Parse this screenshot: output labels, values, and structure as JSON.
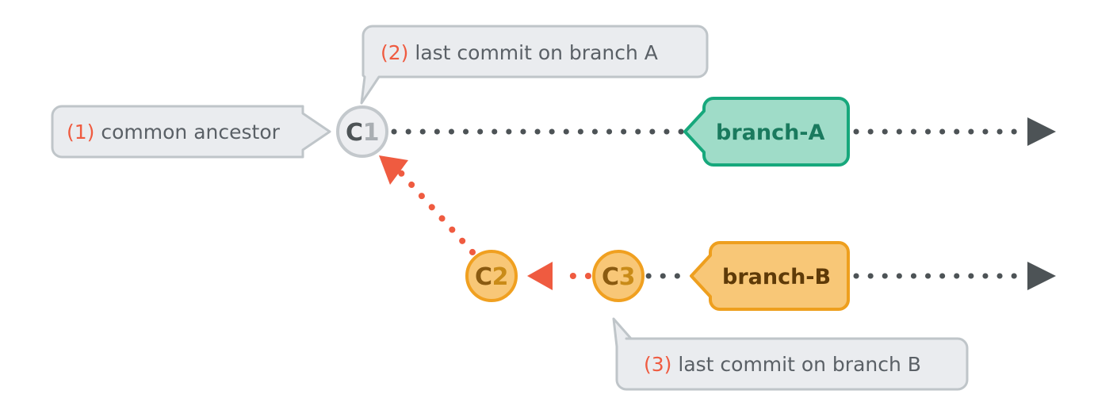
{
  "diagram": {
    "title": "git branch common ancestor diagram",
    "background_color": "#ffffff",
    "colors": {
      "callout_fill": "#EAECEF",
      "callout_border": "#BFC5C9",
      "callout_text": "#5A6066",
      "accent_red": "#EF5B40",
      "commit_gray_fill": "#EDEEF1",
      "commit_gray_border": "#C3C8CC",
      "commit_orange_fill": "#F8C777",
      "commit_orange_border": "#F0A020",
      "branch_a_fill": "#9FDCC8",
      "branch_a_border": "#17A87C",
      "branch_a_text": "#1A7A5E",
      "branch_b_fill": "#F8C777",
      "branch_b_border": "#EE9F1E",
      "branch_b_text": "#5E3A08",
      "track_dot": "#4D5356"
    }
  },
  "callouts": [
    {
      "id": "callout-1",
      "number": "(1)",
      "text": " common ancestor",
      "full_text": "(1) common ancestor",
      "tail": "right"
    },
    {
      "id": "callout-2",
      "number": "(2)",
      "text": " last commit on branch A",
      "full_text": "(2) last commit on branch A",
      "tail": "bottom-left"
    },
    {
      "id": "callout-3",
      "number": "(3)",
      "text": " last commit on branch B",
      "full_text": "(3) last commit on branch B",
      "tail": "top-left"
    }
  ],
  "commits": [
    {
      "id": "c1",
      "prefix": "C",
      "number": "1",
      "style": "gray"
    },
    {
      "id": "c2",
      "prefix": "C",
      "number": "2",
      "style": "orange"
    },
    {
      "id": "c3",
      "prefix": "C",
      "number": "3",
      "style": "orange"
    }
  ],
  "branch_tags": [
    {
      "id": "branch-a",
      "label": "branch-A",
      "style": "teal"
    },
    {
      "id": "branch-b",
      "label": "branch-B",
      "style": "orange"
    }
  ],
  "icons": {
    "arrow_right_a": "arrow-right-icon",
    "arrow_right_b": "arrow-right-icon",
    "arrow_c2_to_c1": "arrow-up-left-icon",
    "arrow_c3_to_c2": "arrow-left-icon"
  }
}
